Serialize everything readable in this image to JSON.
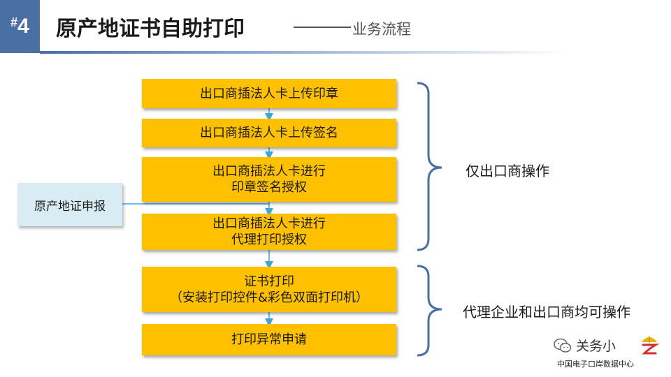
{
  "header": {
    "badge_hash": "#",
    "badge_number": "4",
    "title": "原产地证书自助打印",
    "subtitle": "业务流程"
  },
  "flow": {
    "steps": [
      {
        "lines": [
          "出口商插法人卡上传印章"
        ]
      },
      {
        "lines": [
          "出口商插法人卡上传签名"
        ]
      },
      {
        "lines": [
          "出口商插法人卡进行",
          "印章签名授权"
        ]
      },
      {
        "lines": [
          "出口商插法人卡进行",
          "代理打印授权"
        ]
      },
      {
        "lines": [
          "证书打印",
          "（安装打印控件&彩色双面打印机）"
        ]
      },
      {
        "lines": [
          "打印异常申请"
        ]
      }
    ],
    "side_box": "原产地证申报",
    "groups": [
      {
        "label": "仅出口商操作"
      },
      {
        "label": "代理企业和出口商均可操作"
      }
    ]
  },
  "watermark": {
    "name": "关务小",
    "sub": "中国电子口岸数据中心"
  },
  "colors": {
    "badge": "#4a6fa5",
    "step_fill": "#ffc000",
    "side_box_fill": "#d9ecf3",
    "arrow": "#3ea6d8",
    "brace": "#4a6fa5"
  }
}
